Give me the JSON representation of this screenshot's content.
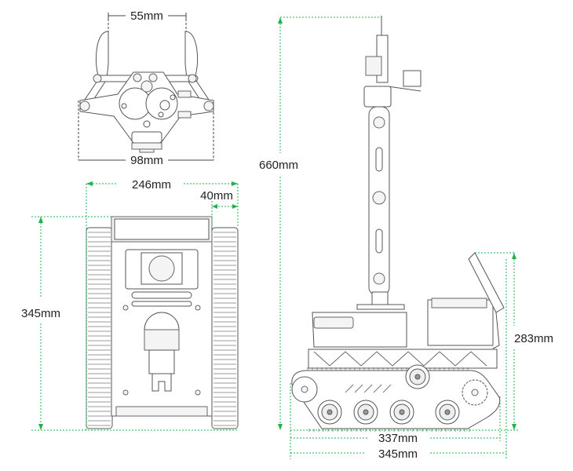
{
  "gripper_view": {
    "opening_width": "55mm",
    "overall_width": "98mm"
  },
  "top_view": {
    "overall_width": "246mm",
    "track_width": "40mm",
    "length": "345mm"
  },
  "side_view": {
    "overall_height": "660mm",
    "body_height": "283mm",
    "track_length": "337mm",
    "overall_length": "345mm"
  },
  "colors": {
    "dimension_green": "#22b24c",
    "line_art": "#555555"
  }
}
